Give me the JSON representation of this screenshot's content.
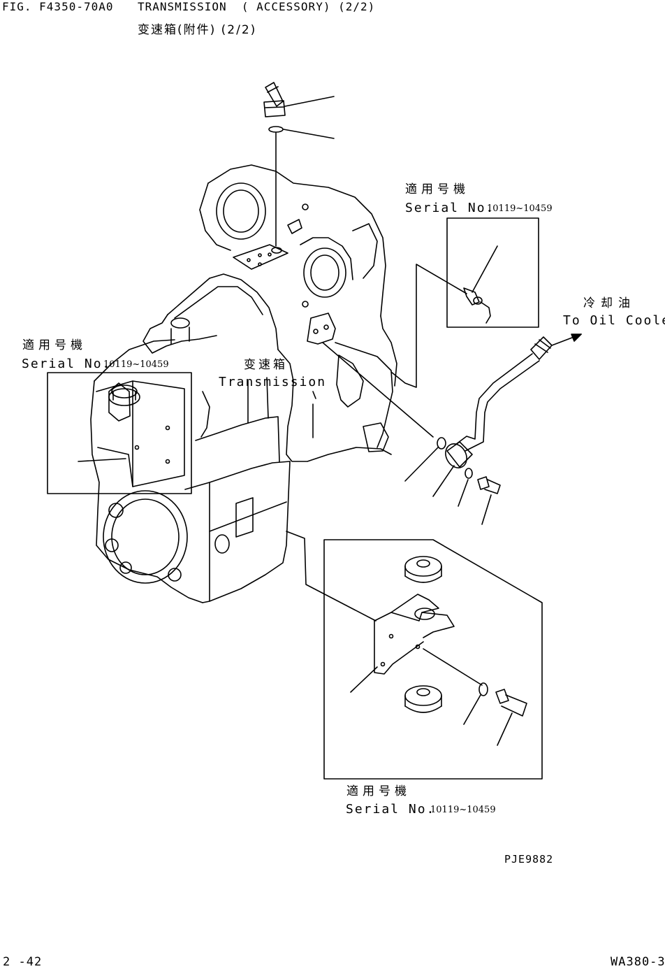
{
  "header": {
    "fig": "FIG. F4350-70A0",
    "title": "TRANSMISSION  ( ACCESSORY) (2/2)",
    "title_cn": "变速箱(附件) (2/2)"
  },
  "callouts": {
    "upper_right": {
      "applicable_cn": "適用号機",
      "serial_label": "Serial No.",
      "serial_range": "10119~10459"
    },
    "left": {
      "applicable_cn": "適用号機",
      "serial_label": "Serial No.",
      "serial_range": "10119~10459"
    },
    "bottom": {
      "applicable_cn": "適用号機",
      "serial_label": "Serial No.",
      "serial_range": "10119~10459"
    }
  },
  "labels": {
    "transmission_cn": "变速箱",
    "transmission_en": "Transmission",
    "cooler_cn": "冷却油",
    "cooler_en": "To Oil Cooler"
  },
  "footer": {
    "drawing_no": "PJE9882",
    "page": "2 -42",
    "model": "WA380-3"
  }
}
